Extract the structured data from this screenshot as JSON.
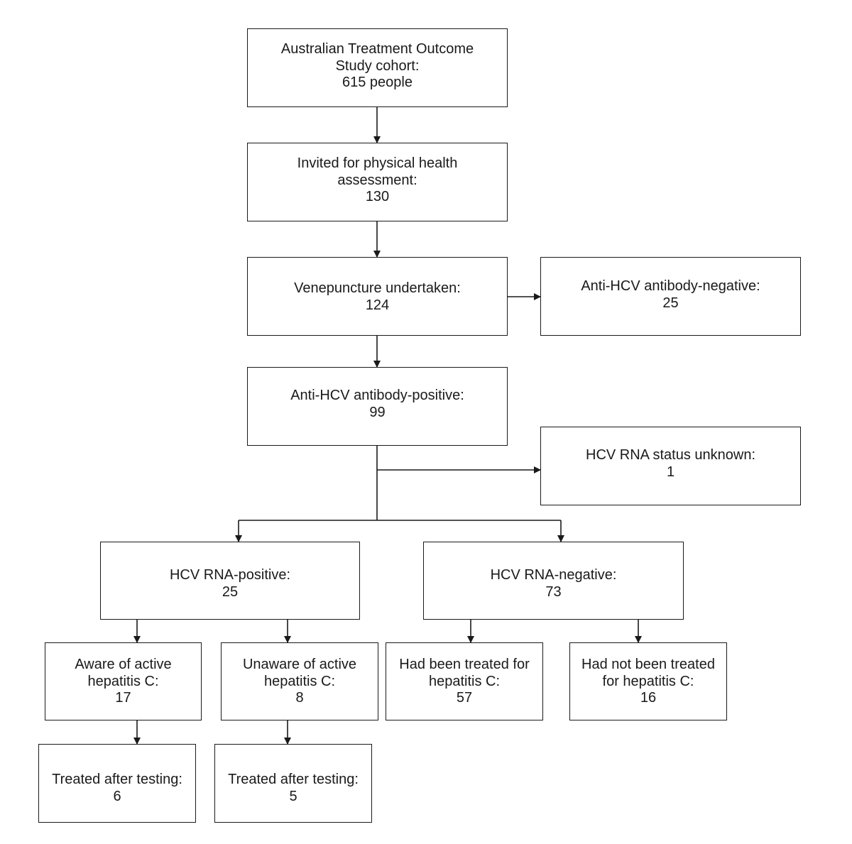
{
  "boxes": {
    "cohort": {
      "lines": [
        "Australian Treatment Outcome",
        "Study cohort:",
        "615 people"
      ]
    },
    "invited": {
      "lines": [
        "Invited for physical health",
        "assessment:",
        "130"
      ]
    },
    "venepuncture": {
      "lines": [
        "Venepuncture undertaken:",
        "124"
      ]
    },
    "ab_negative": {
      "lines": [
        "Anti-HCV antibody-negative:",
        "25"
      ]
    },
    "ab_positive": {
      "lines": [
        "Anti-HCV antibody-positive:",
        "99"
      ]
    },
    "rna_unknown": {
      "lines": [
        "HCV RNA status unknown:",
        "1"
      ]
    },
    "rna_positive": {
      "lines": [
        "HCV RNA-positive:",
        "25"
      ]
    },
    "rna_negative": {
      "lines": [
        "HCV RNA-negative:",
        "73"
      ]
    },
    "aware": {
      "lines": [
        "Aware of active",
        "hepatitis C:",
        "17"
      ]
    },
    "unaware": {
      "lines": [
        "Unaware of active",
        "hepatitis C:",
        "8"
      ]
    },
    "treated_before": {
      "lines": [
        "Had been treated for",
        "hepatitis C:",
        "57"
      ]
    },
    "not_treated": {
      "lines": [
        "Had not been treated",
        "for hepatitis C:",
        "16"
      ]
    },
    "aware_treated": {
      "lines": [
        "Treated after testing:",
        "6"
      ]
    },
    "unaware_treated": {
      "lines": [
        "Treated after testing:",
        "5"
      ]
    }
  }
}
